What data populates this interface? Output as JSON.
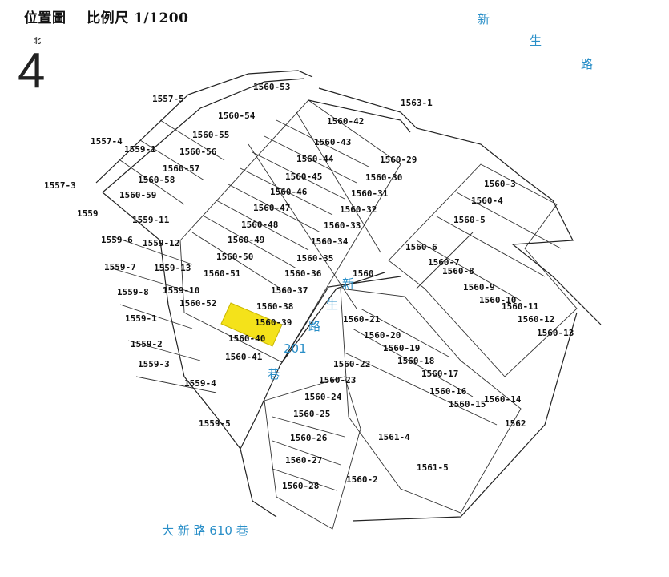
{
  "header": {
    "title": "位置圖",
    "scale_label": "比例尺 1/1200"
  },
  "north": {
    "label": "北",
    "mark": "4"
  },
  "colors": {
    "road_label": "#2a8fc8",
    "highlight": "#f4e21a",
    "line": "#222222"
  },
  "road_labels": [
    {
      "id": "xinsheng-road-top",
      "chars": [
        "新",
        "生",
        "路"
      ]
    },
    {
      "id": "xinsheng-201-lane",
      "chars": [
        "新",
        "生",
        "路",
        "201",
        "巷"
      ]
    },
    {
      "id": "daxin-610-lane",
      "text": "大 新 路 610 巷"
    }
  ],
  "parcels": [
    "1557-5",
    "1560-53",
    "1560-54",
    "1560-55",
    "1560-56",
    "1560-57",
    "1560-58",
    "1560-59",
    "1557-4",
    "1559-1",
    "1557-3",
    "1559",
    "1559-11",
    "1559-6",
    "1559-12",
    "1559-7",
    "1559-13",
    "1559-8",
    "1559-10",
    "1559-1",
    "1559-2",
    "1559-3",
    "1559-4",
    "1559-5",
    "1560-42",
    "1560-43",
    "1560-44",
    "1560-45",
    "1560-46",
    "1560-47",
    "1560-48",
    "1560-49",
    "1560-50",
    "1560-51",
    "1560-52",
    "1560-38",
    "1560-39",
    "1560-40",
    "1560-41",
    "1560-37",
    "1560-36",
    "1560-35",
    "1560-34",
    "1560-33",
    "1560-32",
    "1560-31",
    "1560-30",
    "1560-29",
    "1563-1",
    "1560-3",
    "1560-4",
    "1560-5",
    "1560-6",
    "1560-7",
    "1560-8",
    "1560-9",
    "1560-10",
    "1560-11",
    "1560-12",
    "1560-13",
    "1560",
    "1560-21",
    "1560-20",
    "1560-19",
    "1560-18",
    "1560-17",
    "1560-16",
    "1560-15",
    "1560-14",
    "1562",
    "1560-22",
    "1560-23",
    "1560-24",
    "1560-25",
    "1560-26",
    "1560-27",
    "1560-28",
    "1560-2",
    "1561-4",
    "1561-5"
  ],
  "highlighted_parcel": "1560-39"
}
